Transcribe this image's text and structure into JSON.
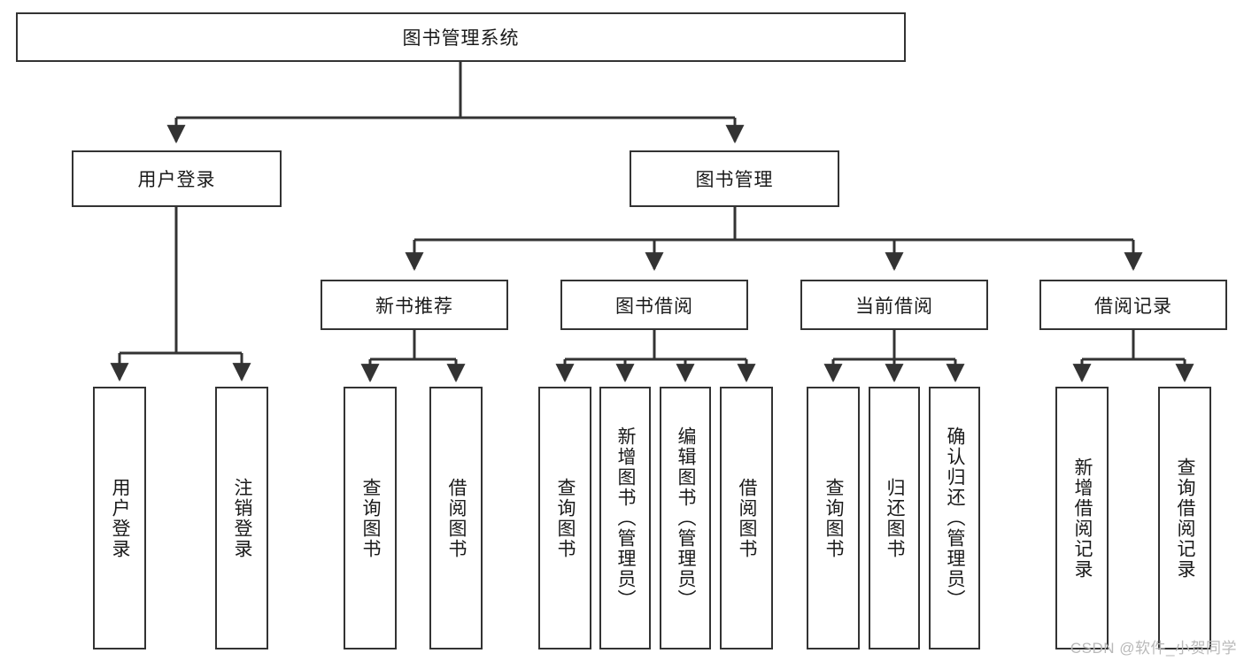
{
  "diagram": {
    "type": "tree-hierarchy",
    "title": "图书管理系统",
    "orientation": "top-down",
    "watermark": "CSDN @软件_小贺同学",
    "colors": {
      "box_border": "#333333",
      "box_fill": "#ffffff",
      "edge": "#333333",
      "text": "#1a1a1a",
      "watermark": "#b9b9b9"
    },
    "levels": {
      "level1": [
        {
          "id": "root",
          "label": "图书管理系统"
        }
      ],
      "level2": [
        {
          "id": "login",
          "label": "用户登录"
        },
        {
          "id": "bookmgmt",
          "label": "图书管理"
        }
      ],
      "level3": [
        {
          "id": "newbook",
          "label": "新书推荐"
        },
        {
          "id": "borrow",
          "label": "图书借阅"
        },
        {
          "id": "current",
          "label": "当前借阅"
        },
        {
          "id": "records",
          "label": "借阅记录"
        }
      ],
      "level4": [
        {
          "id": "leaf-user-login",
          "label": "用户登录",
          "parent": "login"
        },
        {
          "id": "leaf-user-logout",
          "label": "注销登录",
          "parent": "login"
        },
        {
          "id": "leaf-query-book-1",
          "label": "查询图书",
          "parent": "newbook"
        },
        {
          "id": "leaf-borrow-book-1",
          "label": "借阅图书",
          "parent": "newbook"
        },
        {
          "id": "leaf-query-book-2",
          "label": "查询图书",
          "parent": "borrow"
        },
        {
          "id": "leaf-add-book",
          "label": "新增图书（管理员）",
          "parent": "borrow"
        },
        {
          "id": "leaf-edit-book",
          "label": "编辑图书（管理员）",
          "parent": "borrow"
        },
        {
          "id": "leaf-borrow-book-2",
          "label": "借阅图书",
          "parent": "borrow"
        },
        {
          "id": "leaf-query-book-3",
          "label": "查询图书",
          "parent": "current"
        },
        {
          "id": "leaf-return-book",
          "label": "归还图书",
          "parent": "current"
        },
        {
          "id": "leaf-confirm-return",
          "label": "确认归还（管理员）",
          "parent": "current"
        },
        {
          "id": "leaf-add-record",
          "label": "新增借阅记录",
          "parent": "records"
        },
        {
          "id": "leaf-query-record",
          "label": "查询借阅记录",
          "parent": "records"
        }
      ]
    }
  }
}
